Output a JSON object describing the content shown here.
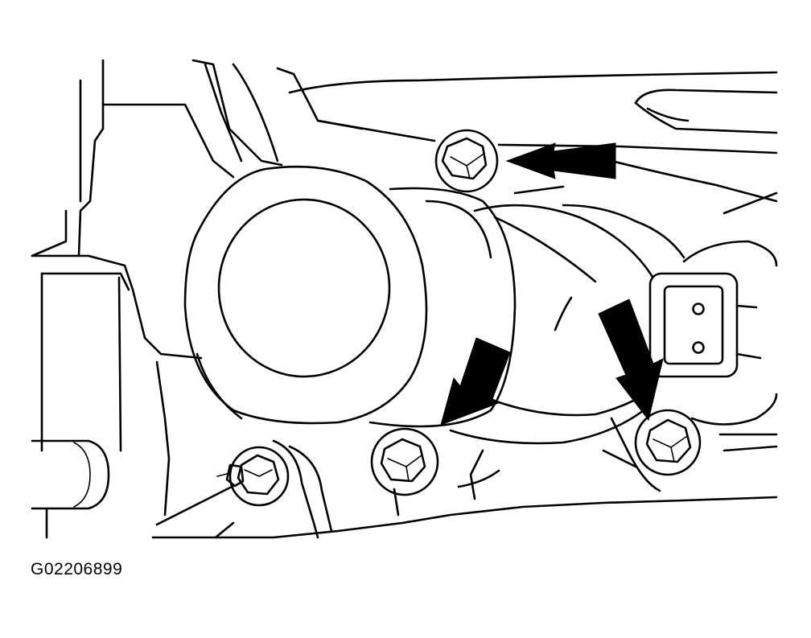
{
  "figure": {
    "code": "G02206899"
  },
  "colors": {
    "line": "#000000",
    "background": "#ffffff"
  },
  "callouts": [
    {
      "name": "arrow-top-bolt",
      "target": "top-bolt"
    },
    {
      "name": "arrow-lower-left-bolt",
      "target": "lower-left-bolt"
    },
    {
      "name": "arrow-lower-right-bolt",
      "target": "lower-right-bolt"
    }
  ]
}
